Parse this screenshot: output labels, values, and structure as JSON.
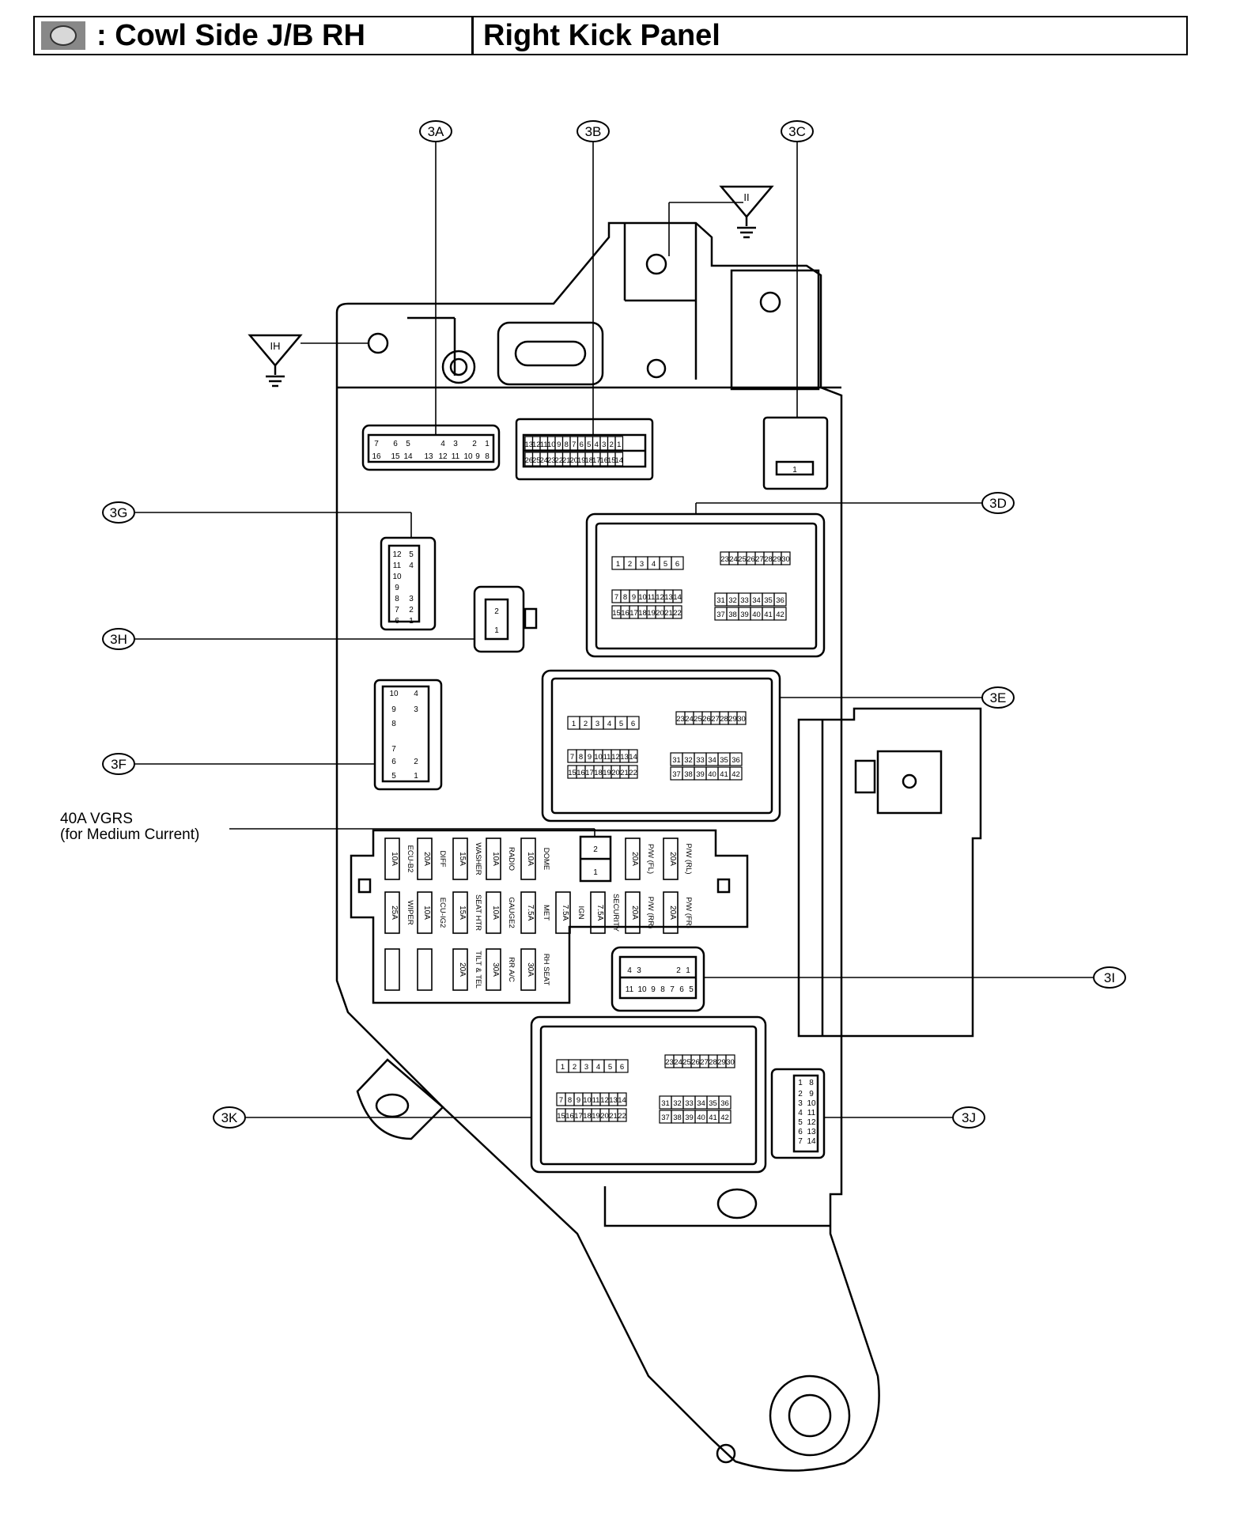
{
  "header": {
    "icon": "junction-block-icon",
    "title": ": Cowl Side J/B RH",
    "location": "Right Kick Panel"
  },
  "connectors": {
    "a": "3A",
    "b": "3B",
    "c": "3C",
    "d": "3D",
    "e": "3E",
    "f": "3F",
    "g": "3G",
    "h": "3H",
    "i": "3I",
    "j": "3J",
    "k": "3K"
  },
  "grounds": {
    "h": "IH",
    "i": "II"
  },
  "note": {
    "line1": "40A VGRS",
    "line2": "(for Medium Current)"
  },
  "fuses": {
    "f1": {
      "amp": "10A",
      "name": "ECU-B2"
    },
    "f2": {
      "amp": "20A",
      "name": "DIFF"
    },
    "f3": {
      "amp": "15A",
      "name": "WASHER"
    },
    "f4": {
      "amp": "10A",
      "name": "RADIO"
    },
    "f5": {
      "amp": "10A",
      "name": "DOME"
    },
    "f6": {
      "amp": "20A",
      "name": "P/W (FL)"
    },
    "f7": {
      "amp": "20A",
      "name": "P/W (RL)"
    },
    "f8": {
      "amp": "25A",
      "name": "WIPER"
    },
    "f9": {
      "amp": "10A",
      "name": "ECU-IG2"
    },
    "f10": {
      "amp": "15A",
      "name": "SEAT HTR"
    },
    "f11": {
      "amp": "10A",
      "name": "GAUGE2"
    },
    "f12": {
      "amp": "7.5A",
      "name": "MET"
    },
    "f13": {
      "amp": "7.5A",
      "name": "IGN"
    },
    "f14": {
      "amp": "7.5A",
      "name": "SECURITY"
    },
    "f15": {
      "amp": "20A",
      "name": "P/W (RR)"
    },
    "f16": {
      "amp": "20A",
      "name": "P/W (FR)"
    },
    "f17": {
      "amp": "20A",
      "name": "TILT & TEL"
    },
    "f18": {
      "amp": "30A",
      "name": "RR A/C"
    },
    "f19": {
      "amp": "30A",
      "name": "RH SEAT"
    }
  },
  "pins": {
    "n1": "1",
    "n2": "2",
    "n3": "3",
    "n4": "4",
    "n5": "5",
    "n6": "6",
    "n7": "7",
    "n8": "8",
    "n9": "9",
    "n10": "10",
    "n11": "11",
    "n12": "12",
    "n13": "13",
    "n14": "14",
    "n15": "15",
    "n16": "16",
    "n17": "17",
    "n18": "18",
    "n19": "19",
    "n20": "20",
    "n21": "21",
    "n22": "22",
    "n23": "23",
    "n24": "24",
    "n25": "25",
    "n26": "26",
    "n27": "27",
    "n28": "28",
    "n29": "29",
    "n30": "30",
    "n31": "31",
    "n32": "32",
    "n33": "33",
    "n34": "34",
    "n35": "35",
    "n36": "36",
    "n37": "37",
    "n38": "38",
    "n39": "39",
    "n40": "40",
    "n41": "41",
    "n42": "42"
  }
}
